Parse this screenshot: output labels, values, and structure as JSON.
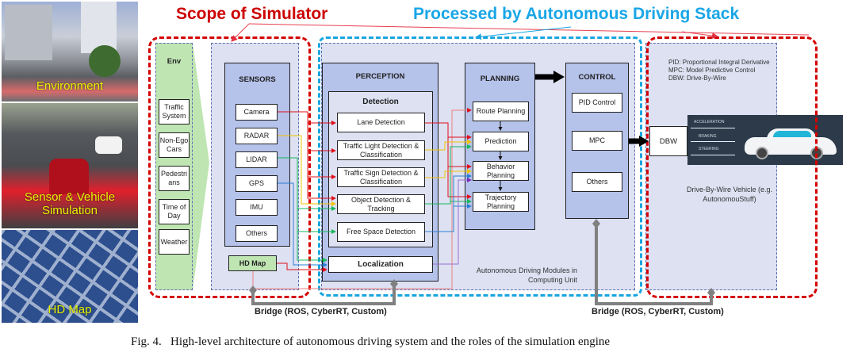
{
  "titles": {
    "scope": "Scope of Simulator",
    "processed": "Processed by Autonomous Driving Stack"
  },
  "photos": [
    {
      "label": "Environment"
    },
    {
      "label": "Sensor & Vehicle Simulation"
    },
    {
      "label": "HD Map"
    }
  ],
  "env": {
    "title": "Env",
    "items": [
      "Traffic System",
      "Non-Ego Cars",
      "Pedestrians",
      "Time of Day",
      "Weather"
    ]
  },
  "sensors": {
    "title": "SENSORS",
    "items": [
      "Camera",
      "RADAR",
      "LIDAR",
      "GPS",
      "IMU",
      "Others"
    ],
    "hd_map": "HD Map"
  },
  "perception": {
    "title": "PERCEPTION",
    "detection_title": "Detection",
    "items": [
      "Lane Detection",
      "Traffic Light Detection & Classification",
      "Traffic Sign Detection & Classification",
      "Object Detection & Tracking",
      "Free Space Detection"
    ],
    "localization": "Localization"
  },
  "planning": {
    "title": "PLANNING",
    "items": [
      "Route Planning",
      "Prediction",
      "Behavior Planning",
      "Trajectory Planning"
    ]
  },
  "control": {
    "title": "CONTROL",
    "items": [
      "PID Control",
      "MPC",
      "Others"
    ]
  },
  "computing_unit_label": "Autonomous Driving Modules in Computing Unit",
  "vehicle": {
    "legend": [
      "PID: Proportional Integral Derivative",
      "MPC: Model Predictive Control",
      "DBW: Drive-By-Wire"
    ],
    "dbw": "DBW",
    "signals": [
      "ACCELERATION",
      "BRAKING",
      "STEERING"
    ],
    "label": "Drive-By-Wire Vehicle (e.g. AutonomouStuff)"
  },
  "bridges": [
    "Bridge (ROS, CyberRT, Custom)",
    "Bridge (ROS, CyberRT, Custom)"
  ],
  "caption": "Fig. 4.   High-level architecture of autonomous driving system and the roles of the simulation engine",
  "colors": {
    "scope_red": "#d40000",
    "stack_blue": "#18a5e0",
    "module_fill": "#b5c2ea",
    "env_green": "#bfe5b3"
  }
}
